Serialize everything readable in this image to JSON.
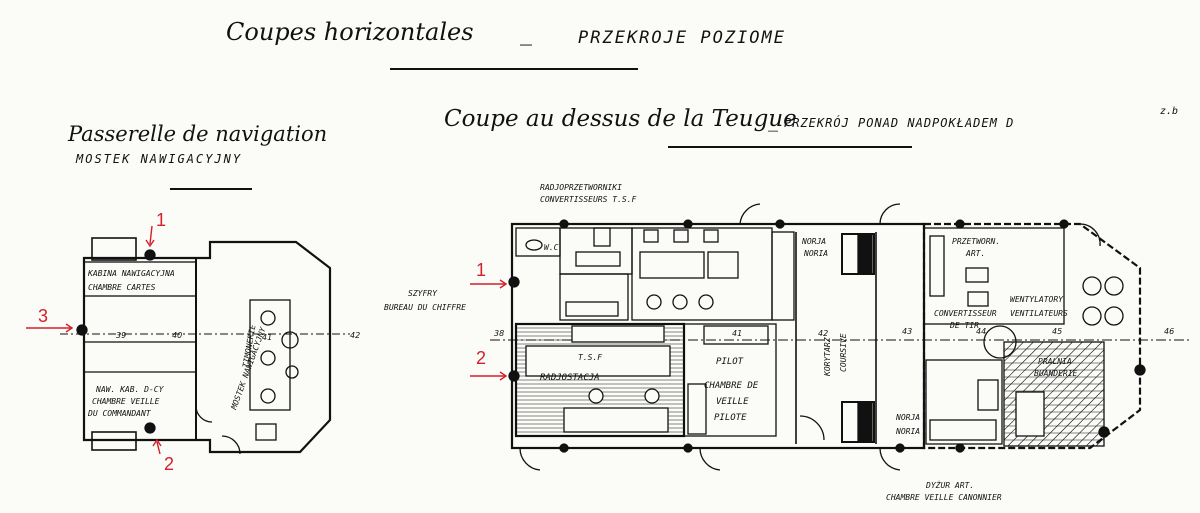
{
  "header": {
    "title_fr": "Coupes horizontales",
    "dash": "_",
    "title_pl": "PRZEKROJE POZIOME"
  },
  "left_plan": {
    "title_fr": "Passerelle de navigation",
    "title_pl": "MOSTEK NAWIGACYJNY",
    "labels": {
      "kabina": "KABINA NAWIGACYJNA",
      "chambre_cartes": "CHAMBRE CARTES",
      "naw_kab_1": "NAW. KAB. D-CY",
      "naw_kab_2": "CHAMBRE VEILLE",
      "naw_kab_3": "DU COMMANDANT",
      "mostek_1": "MOSTEK NAWIGACYJNY",
      "mostek_2": "TIMONERIE",
      "frame_39": "39",
      "frame_40": "40",
      "frame_41": "41",
      "frame_42": "42"
    },
    "markers": {
      "m1": "1",
      "m2": "2",
      "m3": "3"
    }
  },
  "right_plan": {
    "title_fr": "Coupe au dessus de la Teugue",
    "dash": "_",
    "title_pl": "PRZEKRÓJ PONAD NADPOKŁADEM D",
    "title_sup": "z.b",
    "labels": {
      "radjo_1": "RADJOPRZETWORNIKI",
      "radjo_2": "CONVERTISSEURS T.S.F",
      "wc": "W.C",
      "szyfry_1": "SZYFRY",
      "szyfry_2": "BUREAU DU CHIFFRE",
      "tsf": "T.S.F",
      "radjostacja": "RADJOSTACJA",
      "pilot_1": "PILOT",
      "pilot_2": "CHAMBRE DE",
      "pilot_3": "VEILLE",
      "pilot_4": "PILOTE",
      "noria_top_1": "NORJA",
      "noria_top_2": "NORIA",
      "korytarz": "KORYTARZ",
      "coursive": "COURSIVE",
      "noria_bot_1": "NORJA",
      "noria_bot_2": "NORIA",
      "przetworn_1": "PRZETWORN.",
      "przetworn_2": "ART.",
      "wentylatory": "WENTYLATORY",
      "convertisseur_1": "CONVERTISSEUR",
      "convertisseur_2": "DE TIR",
      "ventilateurs": "VENTILATEURS",
      "pralnia_1": "PRALNIA",
      "pralnia_2": "BUANDERIE",
      "dyzur_1": "DYŻUR ART.",
      "dyzur_2": "CHAMBRE VEILLE CANONNIER",
      "frame_38": "38",
      "frame_41": "41",
      "frame_42": "42",
      "frame_43": "43",
      "frame_44": "44",
      "frame_45": "45",
      "frame_46": "46"
    },
    "markers": {
      "m1": "1",
      "m2": "2"
    }
  },
  "colors": {
    "ink": "#111111",
    "marker": "#d4202a",
    "paper": "#fbfbf8"
  }
}
